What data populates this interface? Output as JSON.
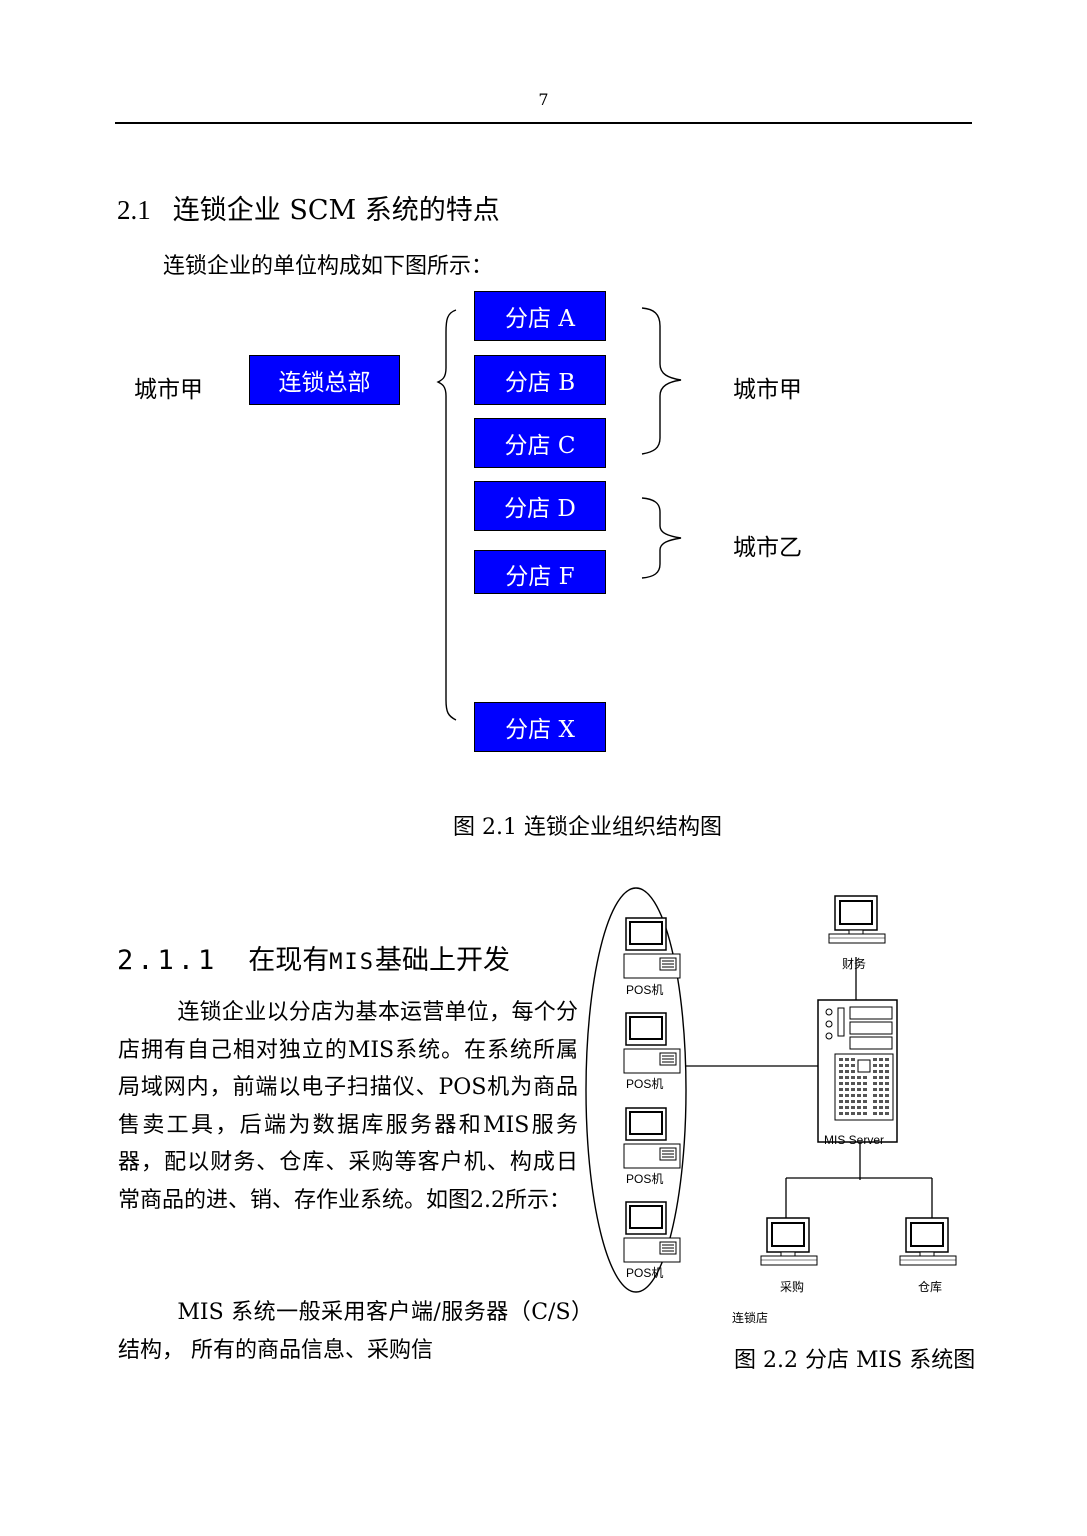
{
  "page_number": "7",
  "section": {
    "number": "2.1",
    "title": "连锁企业 SCM 系统的特点"
  },
  "intro": "连锁企业的单位构成如下图所示：",
  "org_chart": {
    "hq_city": "城市甲",
    "hq": "连锁总部",
    "branches": [
      "分店 A",
      "分店 B",
      "分店 C",
      "分店 D",
      "分店 F",
      "分店 X"
    ],
    "city_a": "城市甲",
    "city_b": "城市乙",
    "colors": {
      "box_fill": "#0000ff",
      "box_text": "#ffffff"
    },
    "caption": "图 2.1  连锁企业组织结构图"
  },
  "subsection": {
    "number": "2.1.1",
    "title_prefix": "在现有",
    "title_mono": "MIS",
    "title_suffix": "基础上开发"
  },
  "paragraph1": "连锁企业以分店为基本运营单位，每个分店拥有自己相对独立的MIS系统。在系统所属局域网内，前端以电子扫描仪、POS机为商品售卖工具，后端为数据库服务器和MIS服务器，配以财务、仓库、采购等客户机、构成日常商品的进、销、存作业系统。如图2.2所示：",
  "paragraph2": "MIS 系统一般采用客户端/服务器（C/S）结构， 所有的商品信息、采购信",
  "mis_diagram": {
    "pos_labels": [
      "POS机",
      "POS机",
      "POS机",
      "POS机"
    ],
    "finance": "财务",
    "server": "MIS Server",
    "purchase": "采购",
    "warehouse": "仓库",
    "store": "连锁店",
    "caption": "图 2.2  分店 MIS 系统图"
  }
}
